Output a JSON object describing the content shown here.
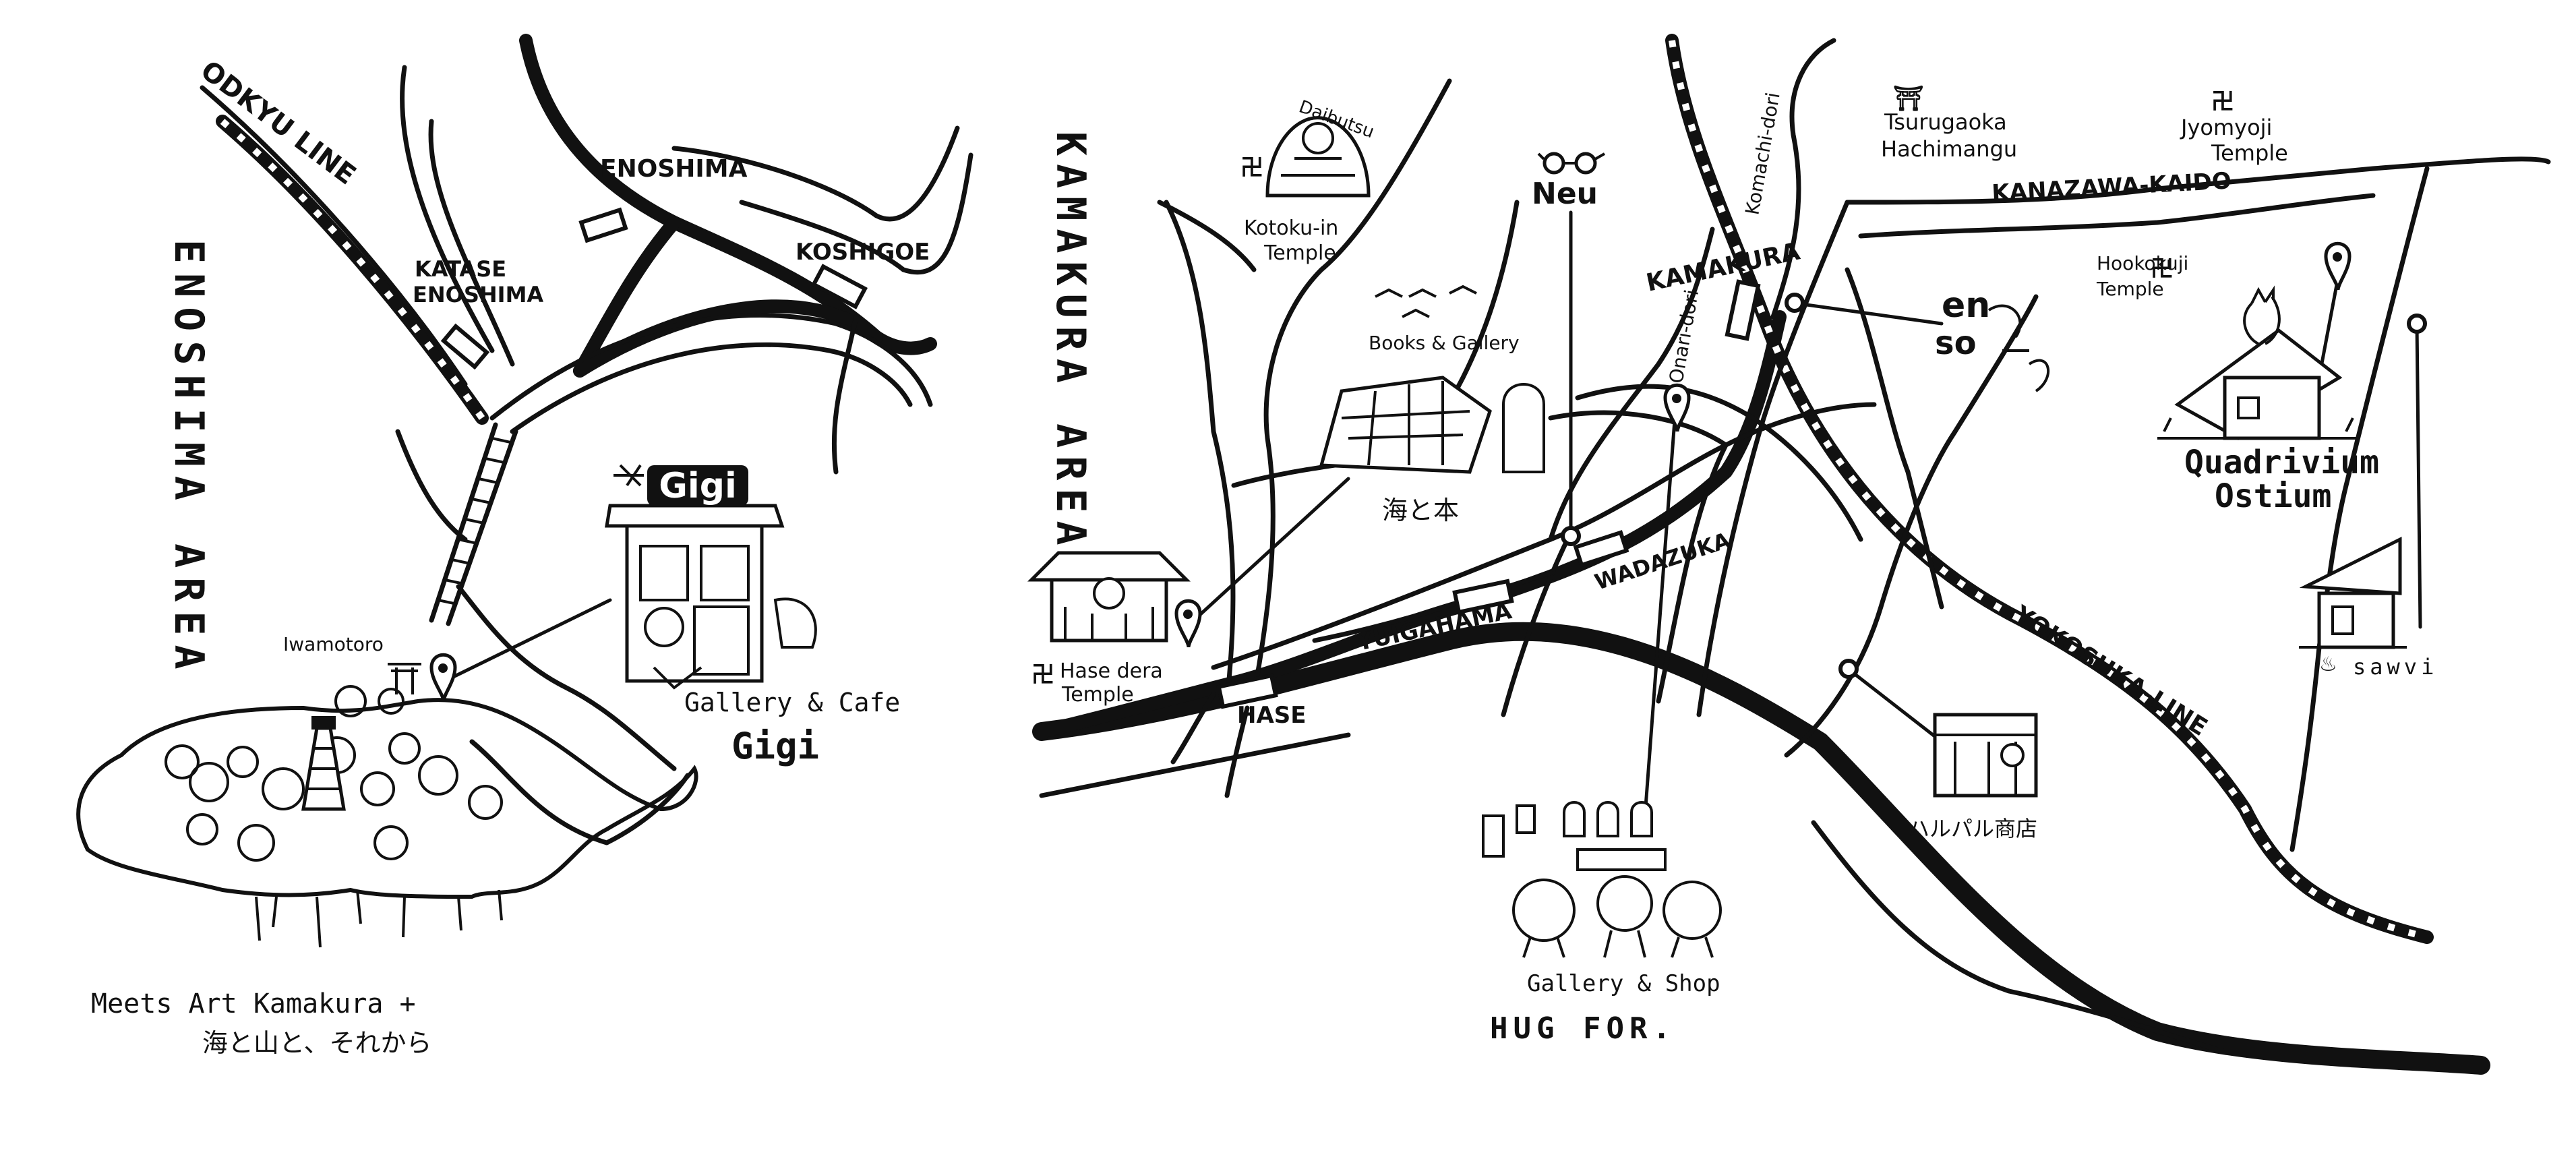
{
  "areas": {
    "enoshima": "ENOSHIMA AREA",
    "kamakura": "KAMAKURA AREA"
  },
  "lines": {
    "odakyu": "ODKYU LINE",
    "yokosuka": "YOKOSUKA-LINE"
  },
  "stations": {
    "enoshima": "ENOSHIMA",
    "katase_1": "KATASE",
    "katase_2": "ENOSHIMA",
    "koshigoe": "KOSHIGOE",
    "kamakura": "KAMAKURA",
    "wadazuka": "WADAZUKA",
    "yuigahama": "YUIGAHAMA",
    "hase": "HASE"
  },
  "roads": {
    "kanazawa_kaido": "KANAZAWA-KAIDO",
    "komachi_dori": "Komachi-dori",
    "onari_dori": "Onari-dori"
  },
  "places": {
    "iwamotoro": "Iwamotoro",
    "gigi_sign": "Gigi",
    "gigi_type": "Gallery & Cafe",
    "gigi_name": "Gigi",
    "daibutsu": "Daibutsu",
    "kotokuin_1": "Kotoku-in",
    "kotokuin_2": "Temple",
    "books_gallery": "Books & Gallery",
    "umi_to_hon": "海と本",
    "hasedera_1": "Hase dera",
    "hasedera_2": "Temple",
    "neu": "Neu",
    "enso_1": "en",
    "enso_2": "so",
    "tsurugaoka_1": "Tsurugaoka",
    "tsurugaoka_2": "Hachimangu",
    "jyomyoji_1": "Jyomyoji",
    "jyomyoji_2": "Temple",
    "hookokuji_1": "Hookokuji",
    "hookokuji_2": "Temple",
    "quadrivium_1": "Quadrivium",
    "quadrivium_2": "Ostium",
    "sawvi": "sawvi",
    "harupal": "ハルパル商店",
    "hugfor_type": "Gallery & Shop",
    "hugfor_name": "HUG FOR."
  },
  "footer": {
    "line1": "Meets Art Kamakura +",
    "line2": "海と山と、それから"
  }
}
